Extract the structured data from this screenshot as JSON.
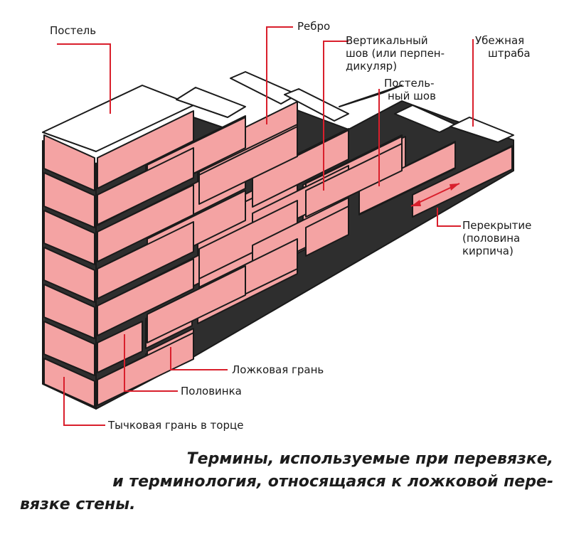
{
  "labels": {
    "postel": "Постель",
    "rebro": "Ребро",
    "vertical_seam": [
      "Вертикальный",
      "шов (или перпен-",
      "дикуляр)"
    ],
    "stepped_recess": [
      "Убежная",
      "штраба"
    ],
    "bed_joint": [
      "Постель-",
      "ный шов"
    ],
    "overlap": [
      "Перекрытие",
      "(половина",
      "кирпича)"
    ],
    "stretcher_face": "Ложковая грань",
    "half_brick": "Половинка",
    "header_face": "Тычковая грань в торце"
  },
  "caption": [
    "Термины, используемые при перевязке,",
    "и терминология, относящаяся к ложковой пере-",
    "вязке стены."
  ],
  "colors": {
    "brick_face": "#f4a3a3",
    "brick_top": "#ffffff",
    "mortar_side": "#333333",
    "mortar_outline": "#1a1a1a",
    "leader_line": "#d91f2c"
  }
}
